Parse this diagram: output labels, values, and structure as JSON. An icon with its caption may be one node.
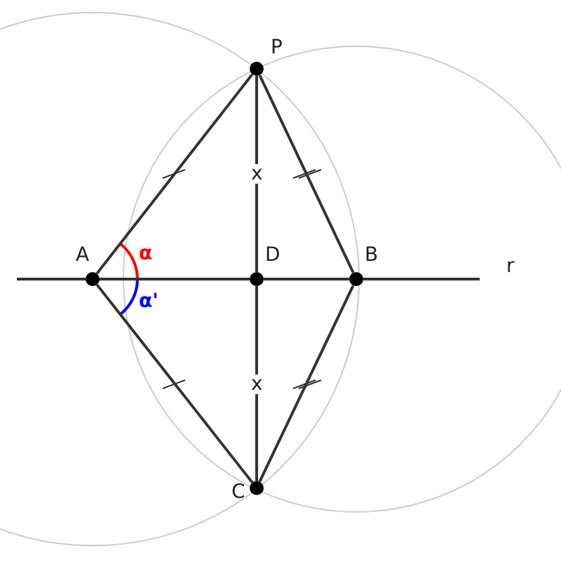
{
  "diagram": {
    "nodes": [
      {
        "text": [
          "P"
        ]
      },
      {
        "text": [
          "A"
        ]
      },
      {
        "text": [
          "D"
        ]
      },
      {
        "text": [
          "B"
        ]
      },
      {
        "text": [
          "C"
        ]
      }
    ],
    "edges": [
      {
        "from": 1,
        "to": 0,
        "arrow": "none"
      },
      {
        "from": 0,
        "to": 3,
        "arrow": "none"
      },
      {
        "from": 1,
        "to": 4,
        "arrow": "none"
      },
      {
        "from": 4,
        "to": 3,
        "arrow": "none"
      },
      {
        "from": 0,
        "to": 2,
        "arrow": "none",
        "label": "x"
      },
      {
        "from": 2,
        "to": 4,
        "arrow": "none",
        "label": "x"
      },
      {
        "from": 1,
        "to": 2,
        "arrow": "none"
      },
      {
        "from": 2,
        "to": 3,
        "arrow": "none"
      }
    ],
    "labels": [
      "r",
      "α",
      "α'"
    ]
  }
}
